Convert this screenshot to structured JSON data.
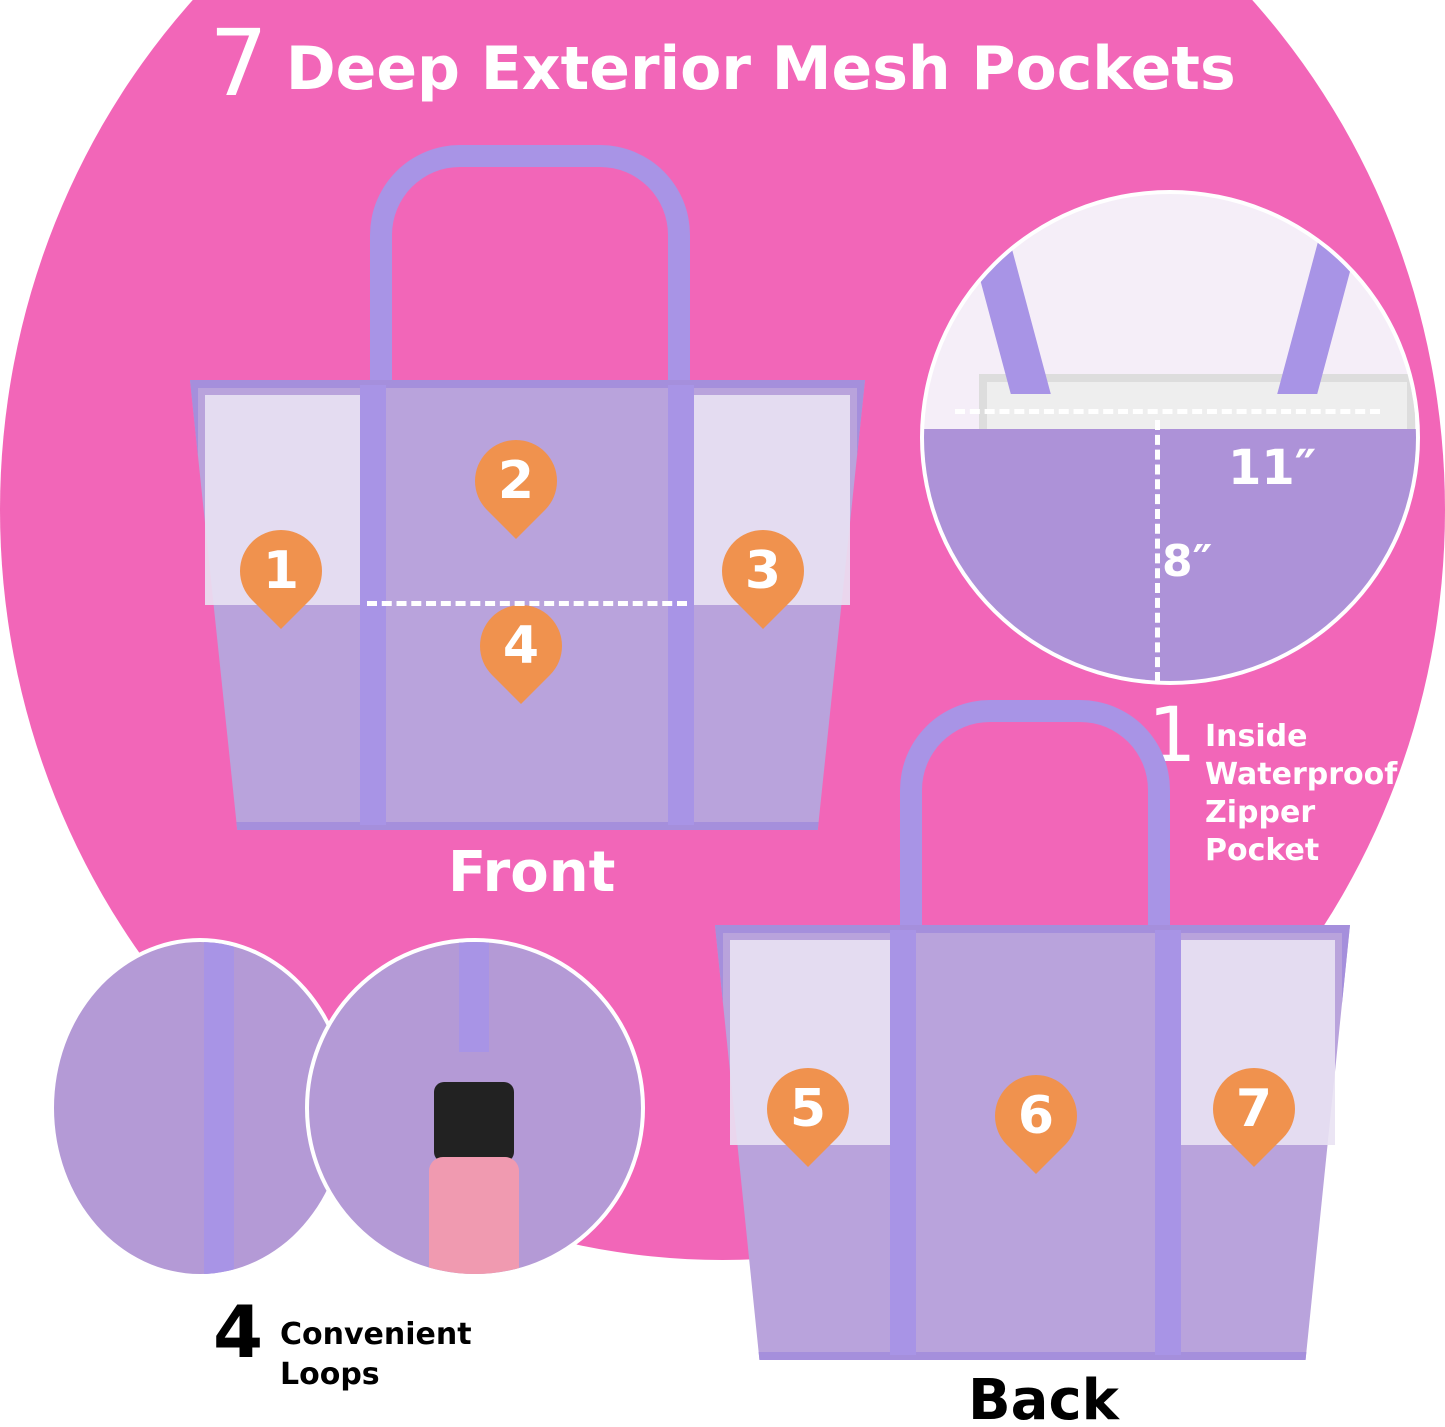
{
  "title": {
    "number": "7",
    "text": "Deep Exterior Mesh Pockets"
  },
  "front": {
    "label": "Front",
    "pockets": [
      "1",
      "2",
      "3",
      "4"
    ]
  },
  "back": {
    "label": "Back",
    "pockets": [
      "5",
      "6",
      "7"
    ]
  },
  "zipper_pocket": {
    "number": "1",
    "lines": [
      "Inside",
      "Waterproof",
      "Zipper",
      "Pocket"
    ],
    "width": "11″",
    "height": "8″"
  },
  "loops": {
    "number": "4",
    "lines": [
      "Convenient",
      "Loops"
    ]
  },
  "colors": {
    "background": "#f266b8",
    "bag": "#b9a3dc",
    "strap": "#a894e6",
    "marker": "#f0924e"
  }
}
